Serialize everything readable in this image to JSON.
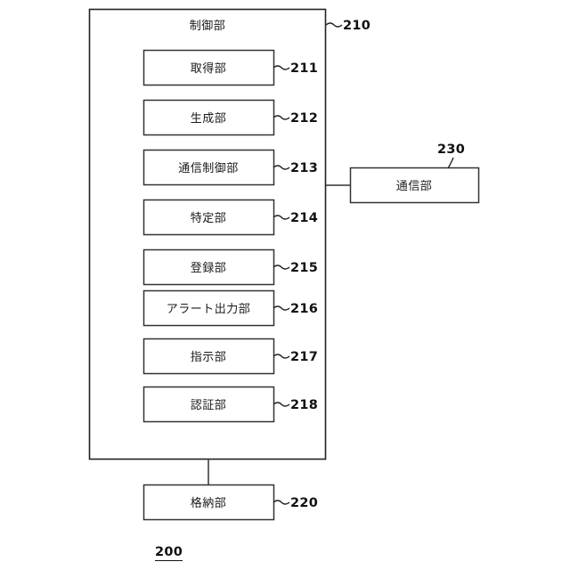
{
  "figure": {
    "figure_number": "200",
    "background_color": "#ffffff",
    "stroke_color": "#222222",
    "text_color": "#1a1a1a"
  },
  "control_unit": {
    "title": "制御部",
    "ref": "210",
    "modules": [
      {
        "label": "取得部",
        "ref": "211"
      },
      {
        "label": "生成部",
        "ref": "212"
      },
      {
        "label": "通信制御部",
        "ref": "213"
      },
      {
        "label": "特定部",
        "ref": "214"
      },
      {
        "label": "登録部",
        "ref": "215"
      },
      {
        "label": "アラート出力部",
        "ref": "216"
      },
      {
        "label": "指示部",
        "ref": "217"
      },
      {
        "label": "認証部",
        "ref": "218"
      }
    ]
  },
  "storage_unit": {
    "label": "格納部",
    "ref": "220"
  },
  "communication_unit": {
    "label": "通信部",
    "ref": "230"
  }
}
